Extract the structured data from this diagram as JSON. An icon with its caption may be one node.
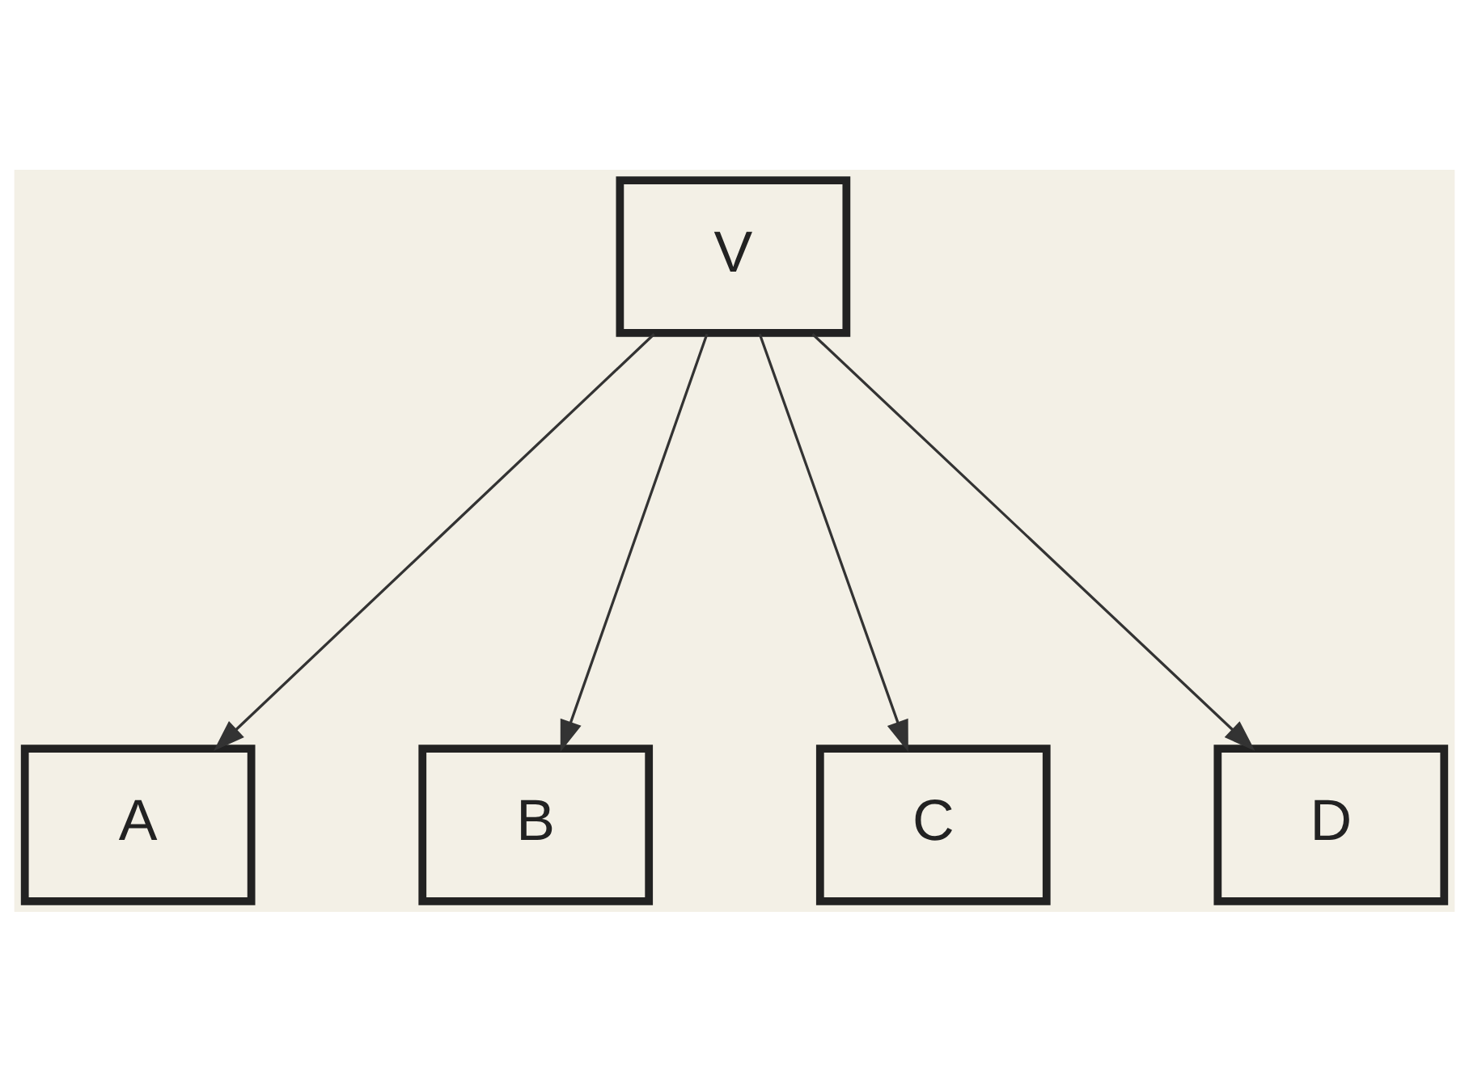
{
  "diagram": {
    "nodes": [
      {
        "text": [
          "V"
        ]
      },
      {
        "text": [
          "A"
        ]
      },
      {
        "text": [
          "B"
        ]
      },
      {
        "text": [
          "C"
        ]
      },
      {
        "text": [
          "D"
        ]
      }
    ],
    "edges": [
      {
        "from": 0,
        "to": 1,
        "arrow": "to"
      },
      {
        "from": 0,
        "to": 2,
        "arrow": "to"
      },
      {
        "from": 0,
        "to": 3,
        "arrow": "to"
      },
      {
        "from": 0,
        "to": 4,
        "arrow": "to"
      }
    ]
  }
}
